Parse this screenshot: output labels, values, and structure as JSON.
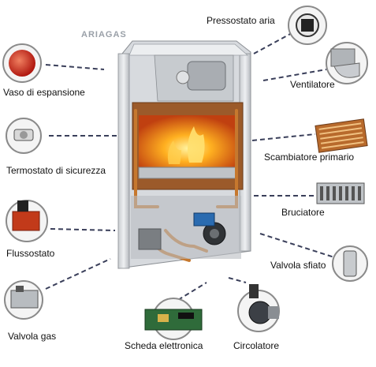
{
  "brand": "ARIAGAS",
  "components": [
    {
      "id": "pressostato-aria",
      "label": "Pressostato aria"
    },
    {
      "id": "vaso-di-espansione",
      "label": "Vaso di espansione"
    },
    {
      "id": "ventilatore",
      "label": "Ventilatore"
    },
    {
      "id": "termostato-di-sicurezza",
      "label": "Termostato di sicurezza"
    },
    {
      "id": "scambiatore-primario",
      "label": "Scambiatore primario"
    },
    {
      "id": "bruciatore",
      "label": "Bruciatore"
    },
    {
      "id": "flussostato",
      "label": "Flussostato"
    },
    {
      "id": "valvola-sfiato",
      "label": "Valvola sfiato"
    },
    {
      "id": "valvola-gas",
      "label": "Valvola gas"
    },
    {
      "id": "scheda-elettronica",
      "label": "Scheda elettronica"
    },
    {
      "id": "circolatore",
      "label": "Circolatore"
    }
  ]
}
